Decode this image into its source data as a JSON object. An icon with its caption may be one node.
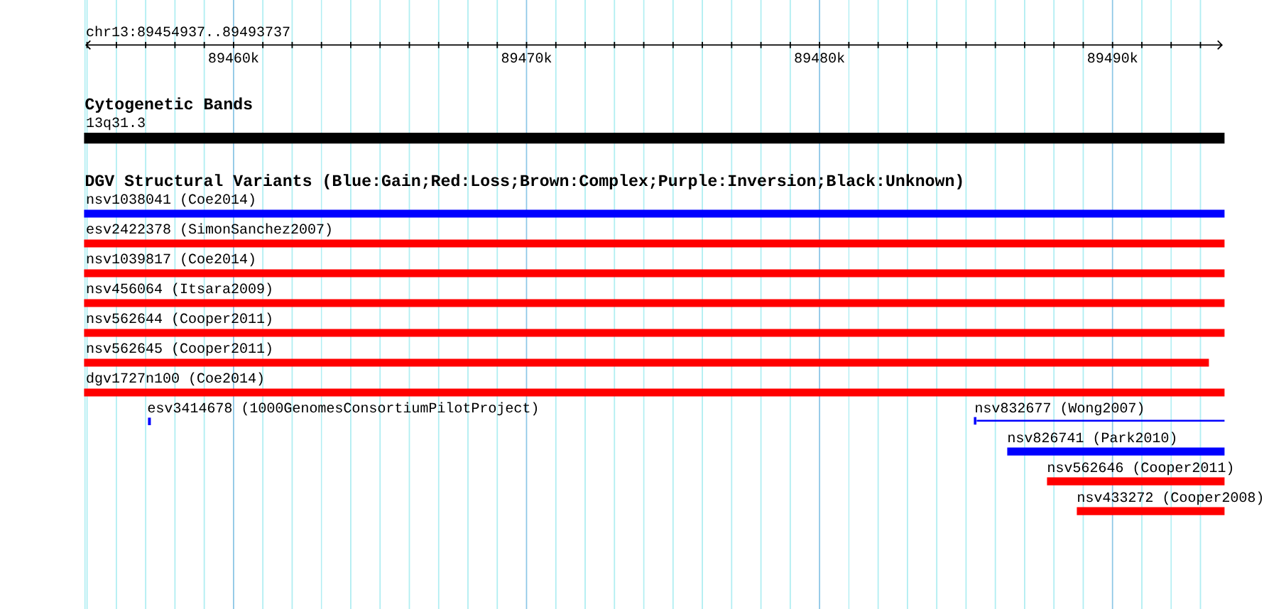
{
  "diagram": {
    "nodes": [
      {
        "text": [],
        "shape": "bar",
        "beside": [
          "13q31.3"
        ]
      },
      {
        "text": [],
        "shape": "bar",
        "beside": [
          "nsv1038041 (Coe2014)"
        ]
      },
      {
        "text": [],
        "shape": "bar",
        "beside": [
          "esv2422378 (SimonSanchez2007)"
        ]
      },
      {
        "text": [],
        "shape": "bar",
        "beside": [
          "nsv1039817 (Coe2014)"
        ]
      },
      {
        "text": [],
        "shape": "bar",
        "beside": [
          "nsv456064 (Itsara2009)"
        ]
      },
      {
        "text": [],
        "shape": "bar",
        "beside": [
          "nsv562644 (Cooper2011)"
        ]
      },
      {
        "text": [],
        "shape": "bar",
        "beside": [
          "nsv562645 (Cooper2011)"
        ]
      },
      {
        "text": [],
        "shape": "bar",
        "beside": [
          "dgv1727n100 (Coe2014)"
        ]
      },
      {
        "text": [],
        "shape": "bar",
        "beside": [
          "esv3414678 (1000GenomesConsortiumPilotProject)"
        ]
      },
      {
        "text": [],
        "shape": "bar",
        "beside": [
          "nsv832677 (Wong2007)"
        ]
      },
      {
        "text": [],
        "shape": "bar",
        "beside": [
          "nsv826741 (Park2010)"
        ]
      },
      {
        "text": [],
        "shape": "bar",
        "beside": [
          "nsv562646 (Cooper2011)"
        ]
      },
      {
        "text": [],
        "shape": "bar",
        "beside": [
          "nsv433272 (Cooper2008)"
        ]
      }
    ],
    "labels": [
      "chr13:89454937..89493737",
      "89460k",
      "89470k",
      "89480k",
      "89490k",
      "Cytogenetic Bands",
      "DGV Structural Variants (Blue:Gain;Red:Loss;Brown:Complex;Purple:Inversion;Black:Unknown)"
    ]
  }
}
